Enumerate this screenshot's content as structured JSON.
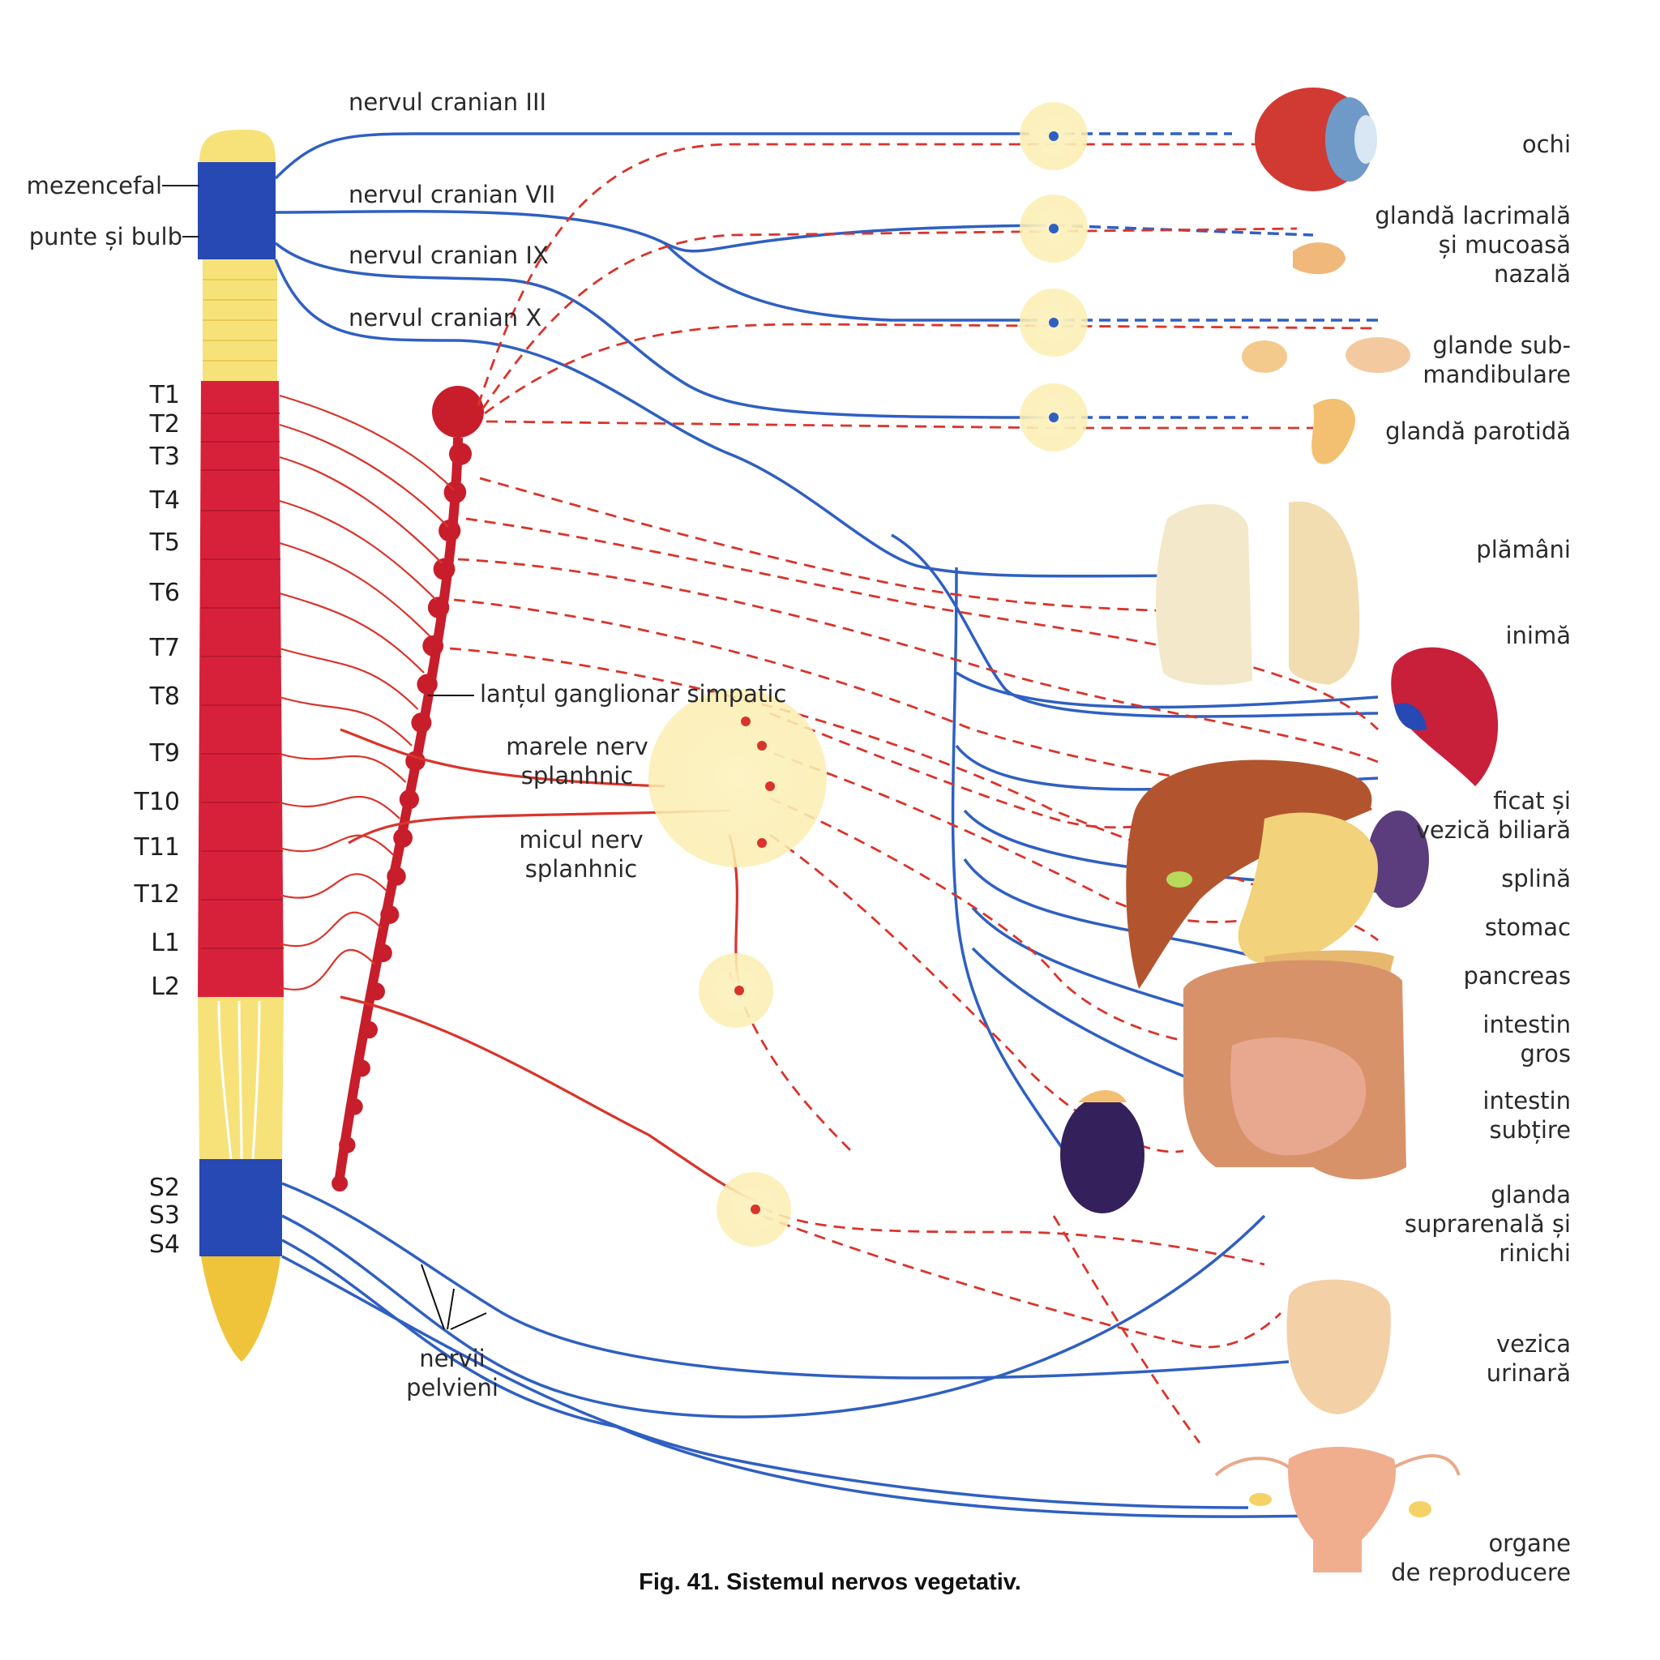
{
  "colors": {
    "parasympathetic": "#2f5fc2",
    "sympathetic": "#d9342b",
    "spinal_red": "#d7213a",
    "spinal_blue": "#2749b3",
    "spinal_yellow": "#f7e27a",
    "ganglion_glow": "#fbeeb0"
  },
  "cranial_nerves": [
    {
      "id": "nervul-cranian-iii",
      "label": "nervul cranian III"
    },
    {
      "id": "nervul-cranian-vii",
      "label": "nervul cranian VII"
    },
    {
      "id": "nervul-cranian-ix",
      "label": "nervul cranian IX"
    },
    {
      "id": "nervul-cranian-x",
      "label": "nervul cranian X"
    }
  ],
  "brain_labels": {
    "mesencephalon": "mezencefal",
    "pons_medulla": "punte și bulb"
  },
  "segments": [
    "T1",
    "T2",
    "T3",
    "T4",
    "T5",
    "T6",
    "T7",
    "T8",
    "T9",
    "T10",
    "T11",
    "T12",
    "L1",
    "L2"
  ],
  "sacral_segments": [
    "S2",
    "S3",
    "S4"
  ],
  "inner_labels": {
    "chain": "lanțul ganglionar simpatic",
    "greater_splanchnic": [
      "marele nerv",
      "splanhnic"
    ],
    "lesser_splanchnic": [
      "micul nerv",
      "splanhnic"
    ],
    "pelvic": [
      "nervii",
      "pelvieni"
    ]
  },
  "organs": [
    {
      "id": "ochi",
      "lines": [
        "ochi"
      ]
    },
    {
      "id": "glanda-lacrimala",
      "lines": [
        "glandă lacrimală",
        "și mucoasă",
        "nazală"
      ]
    },
    {
      "id": "glande-submandibulare",
      "lines": [
        "glande sub-",
        "mandibulare"
      ]
    },
    {
      "id": "glanda-parotida",
      "lines": [
        "glandă parotidă"
      ]
    },
    {
      "id": "plamani",
      "lines": [
        "plămâni"
      ]
    },
    {
      "id": "inima",
      "lines": [
        "inimă"
      ]
    },
    {
      "id": "ficat",
      "lines": [
        "ficat și",
        "vezică biliară"
      ]
    },
    {
      "id": "splina",
      "lines": [
        "splină"
      ]
    },
    {
      "id": "stomac",
      "lines": [
        "stomac"
      ]
    },
    {
      "id": "pancreas",
      "lines": [
        "pancreas"
      ]
    },
    {
      "id": "intestin-gros",
      "lines": [
        "intestin",
        "gros"
      ]
    },
    {
      "id": "intestin-subtire",
      "lines": [
        "intestin",
        "subțire"
      ]
    },
    {
      "id": "glanda-suprarenala",
      "lines": [
        "glanda",
        "suprarenală și",
        "rinichi"
      ]
    },
    {
      "id": "vezica-urinara",
      "lines": [
        "vezica",
        "urinară"
      ]
    },
    {
      "id": "organe-reproducere",
      "lines": [
        "organe",
        "de reproducere"
      ]
    }
  ],
  "caption": "Fig. 41. Sistemul nervos vegetativ."
}
